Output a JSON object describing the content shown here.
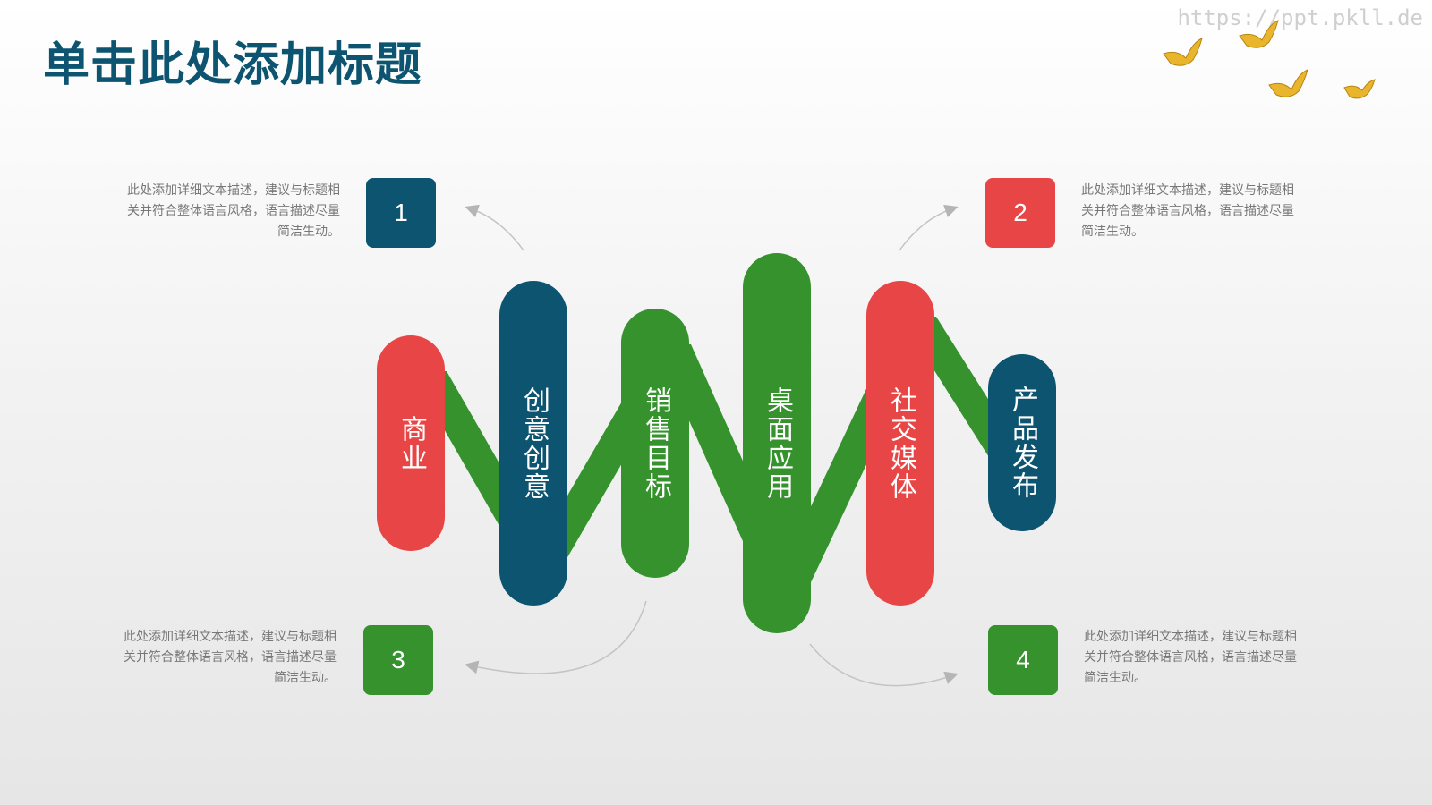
{
  "title": "单击此处添加标题",
  "watermark": "https://ppt.pkll.de",
  "colors": {
    "red": "#e84646",
    "navy": "#0d5470",
    "green": "#35922d",
    "title": "#0d5470"
  },
  "bars": [
    {
      "label": "商业",
      "color": "red"
    },
    {
      "label": "创意创意",
      "color": "navy"
    },
    {
      "label": "销售目标",
      "color": "green"
    },
    {
      "label": "桌面应用",
      "color": "green"
    },
    {
      "label": "社交媒体",
      "color": "red"
    },
    {
      "label": "产品发布",
      "color": "navy"
    }
  ],
  "items": [
    {
      "number": "1",
      "color": "navy",
      "text": "此处添加详细文本描述，建议与标题相关并符合整体语言风格，语言描述尽量简洁生动。"
    },
    {
      "number": "2",
      "color": "red",
      "text": "此处添加详细文本描述，建议与标题相关并符合整体语言风格，语言描述尽量简洁生动。"
    },
    {
      "number": "3",
      "color": "green",
      "text": "此处添加详细文本描述，建议与标题相关并符合整体语言风格，语言描述尽量简洁生动。"
    },
    {
      "number": "4",
      "color": "green",
      "text": "此处添加详细文本描述，建议与标题相关并符合整体语言风格，语言描述尽量简洁生动。"
    }
  ],
  "icons": {
    "birds": "flying-birds-icon",
    "arrow": "curved-arrow-icon"
  }
}
